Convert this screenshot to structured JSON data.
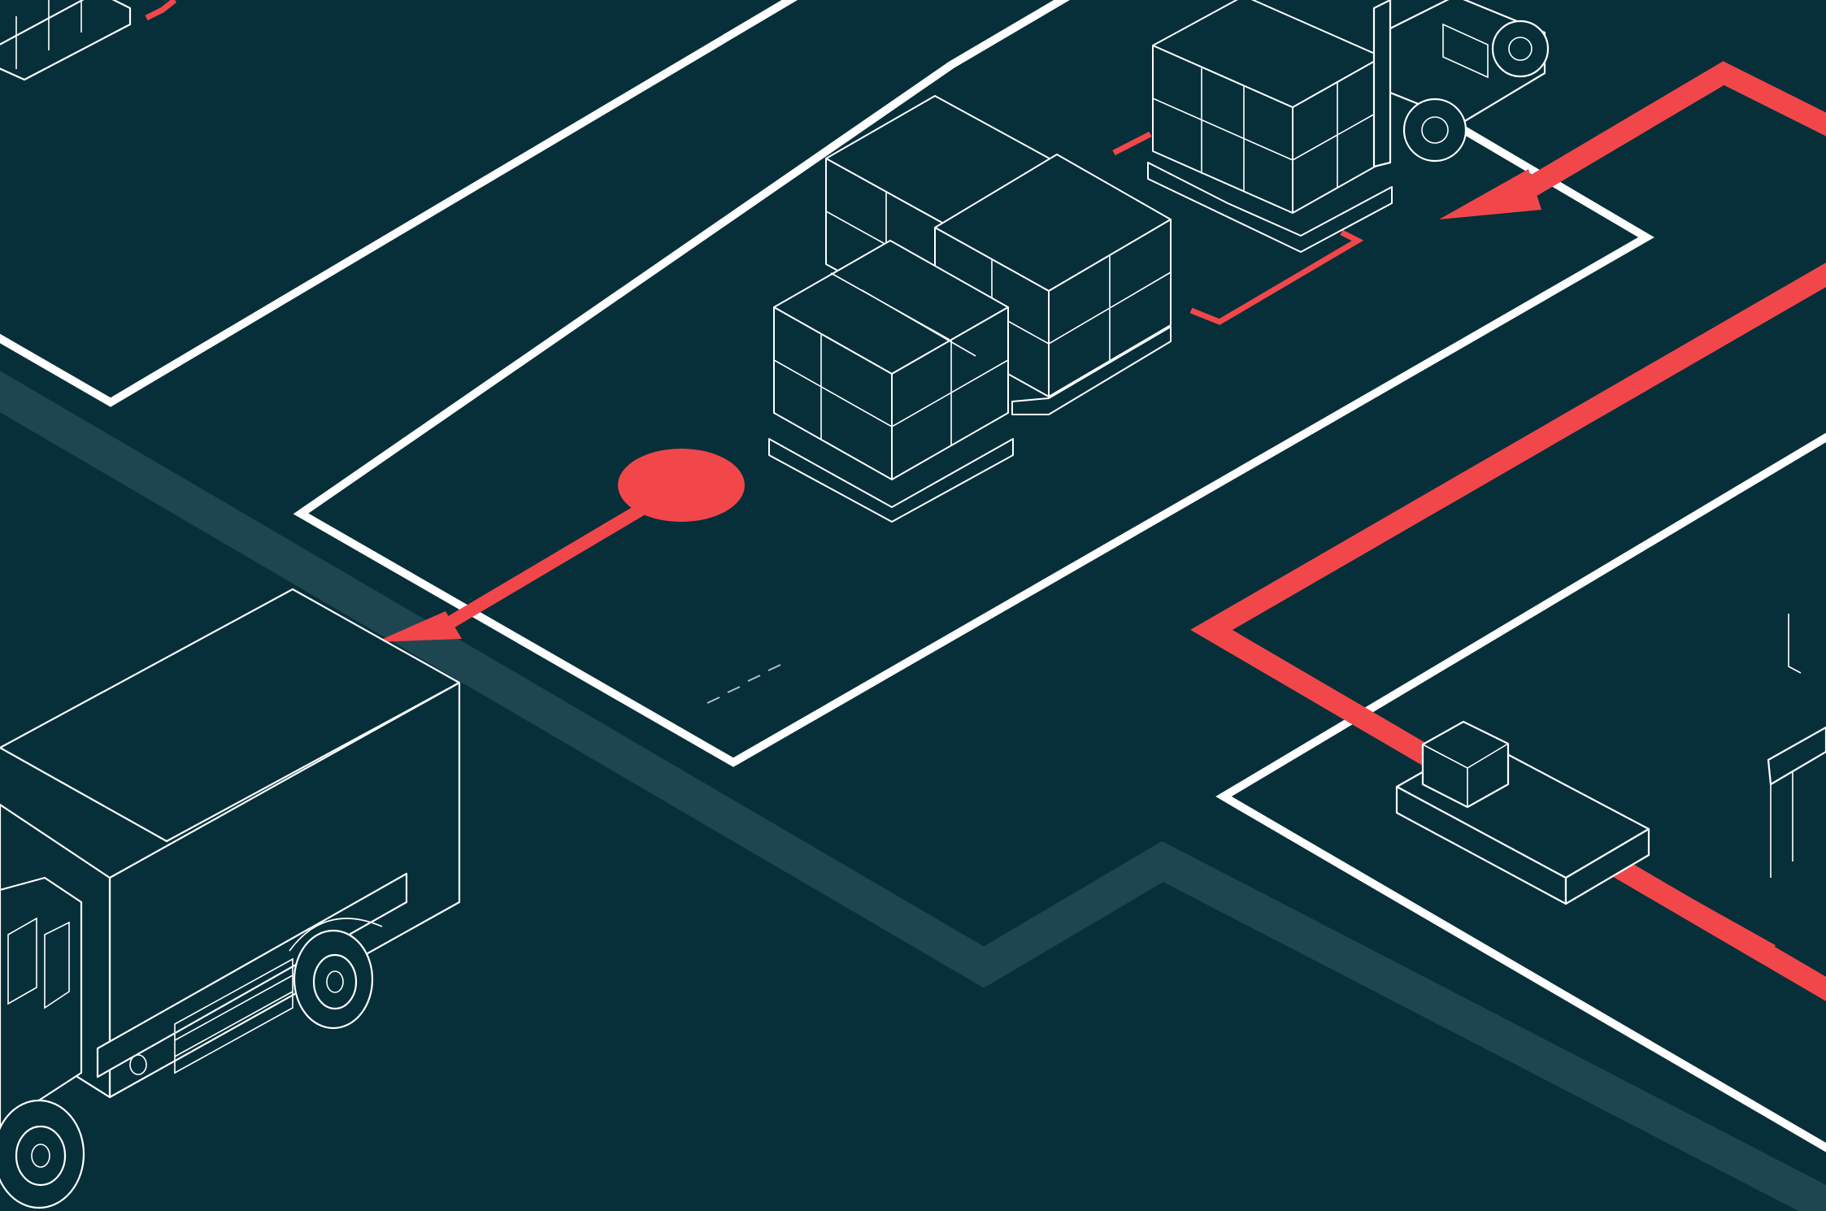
{
  "illustration": {
    "style": "isometric warehouse line-art",
    "colors": {
      "background": "#062f3a",
      "zone_lines": "#ffffff",
      "flow_accent": "#f2474a",
      "road": "#1d4650"
    },
    "objects": [
      "delivery-truck",
      "forklift",
      "pallet-stack-rear",
      "pallet-stack-middle",
      "pallet-stack-front",
      "pallet-stack-forklift",
      "single-box-pallet",
      "workstation-table"
    ],
    "flows": [
      "staging-to-truck-arrow",
      "return-loop-arrow",
      "inbound-pallet-arrow"
    ]
  }
}
